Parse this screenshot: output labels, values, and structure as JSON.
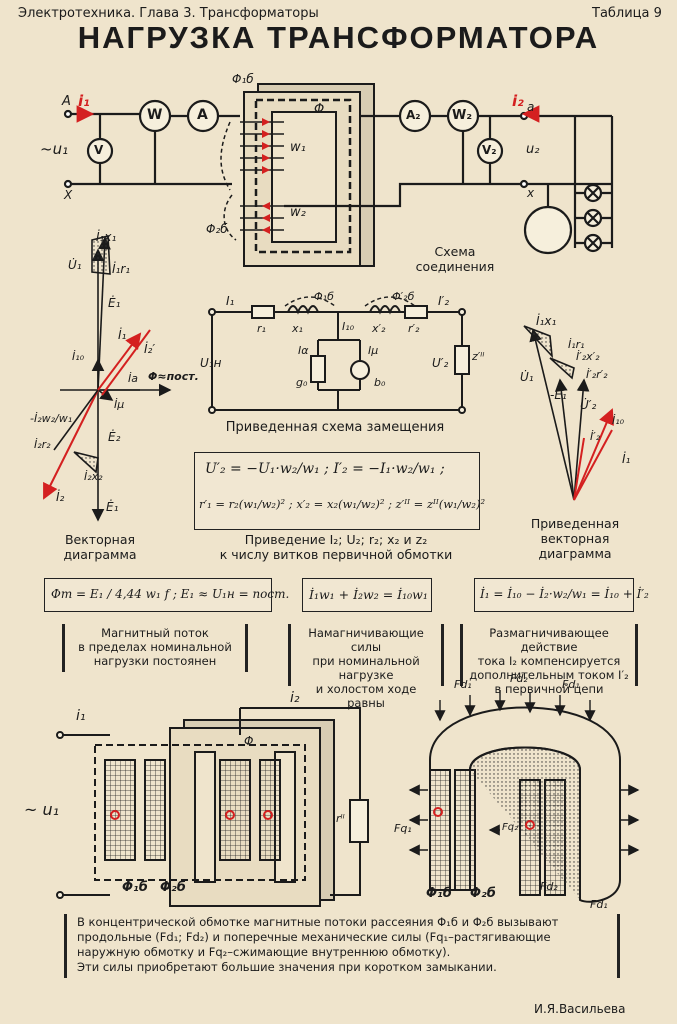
{
  "header": {
    "chapter": "Электротехника. Глава 3. Трансформаторы",
    "table_no": "Таблица 9",
    "title": "НАГРУЗКА ТРАНСФОРМАТОРА"
  },
  "top_diagram": {
    "caption_line1": "Схема",
    "caption_line2": "соединения",
    "labels": {
      "A": "A",
      "X": "X",
      "a": "a",
      "x": "x",
      "i1": "i₁",
      "i2": "i₂",
      "u1": "~u₁",
      "u2": "u₂",
      "W": "W",
      "A_meter": "A",
      "V": "V",
      "A2": "A₂",
      "W2": "W₂",
      "V2": "V₂",
      "phi": "Φ",
      "phi1s": "Φ₁б",
      "phi2s": "Φ₂б",
      "w1": "w₁",
      "w2": "w₂"
    },
    "colors": {
      "accent": "#d42020",
      "line": "#1b1b1b"
    }
  },
  "vector_left": {
    "caption_line1": "Векторная",
    "caption_line2": "диаграмма",
    "labels": [
      "İ₁x₁",
      "U̇₁",
      "İ₁r₁",
      "Ė₁",
      "İ₁",
      "İ₂′",
      "İ₁₀",
      "İa",
      "Φ≈пост.",
      "İμ",
      "-İ₂w₂/w₁",
      "İ₂r₂",
      "İ₂x₂",
      "Ė₂",
      "İ₂",
      "Ė₁"
    ]
  },
  "equivalent": {
    "caption": "Приведенная схема замещения",
    "labels": [
      "I₁",
      "r₁",
      "x₁",
      "Φ₁б",
      "Φ′₂б",
      "x′₂",
      "r′₂",
      "I′₂",
      "U₁н",
      "I₁₀",
      "Iα",
      "Iμ",
      "g₀",
      "b₀",
      "U′₂",
      "z′ᴵᴵ"
    ]
  },
  "vector_right": {
    "caption_line1": "Приведенная",
    "caption_line2": "векторная",
    "caption_line3": "диаграмма",
    "labels": [
      "İ₁x₁",
      "İ₁r₁",
      "İ′₂x′₂",
      "U̇₁",
      "İ′₂r′₂",
      "-Ė₁",
      "U̇′₂",
      "İ₁₀",
      "İ′₂",
      "İ₁"
    ]
  },
  "formula_box": {
    "line1": "U′₂ = −U₁·w₂/w₁ ;   I′₂ = −I₁·w₂/w₁ ;",
    "line2": "r′₁ = r₂(w₁/w₂)² ;  x′₂ = x₂(w₁/w₂)² ;  z′ᴵᴵ = zᴵᴵ(w₁/w₂)²",
    "caption_line1": "Приведение I₂; U₂; r₂; x₂ и z₂",
    "caption_line2": "к числу витков первичной обмотки"
  },
  "formulas": {
    "f1": "Φm = E₁ / 4,44 w₁ f  ;  E₁ ≈ U₁н = пост.",
    "f2": "İ₁w₁ + İ₂w₂ = İ₁₀w₁",
    "f3": "İ₁ = İ₁₀ − İ₂·w₂/w₁ = İ₁₀ + İ′₂"
  },
  "notes": {
    "n1": [
      "Магнитный поток",
      "в пределах номинальной",
      "нагрузки постоянен"
    ],
    "n2": [
      "Намагничивающие силы",
      "при номинальной",
      "нагрузке",
      "и холостом ходе равны"
    ],
    "n3": [
      "Размагничивающее действие",
      "тока I₂ компенсируется",
      "дополнительным током I′₂",
      "в первичной цепи"
    ]
  },
  "bottom_left": {
    "labels": {
      "i1": "i₁",
      "i2": "i₂",
      "u1": "~ u₁",
      "phi": "Φ",
      "phi1s": "Φ₁б",
      "phi2s": "Φ₂б",
      "rII": "rᴵᴵ"
    }
  },
  "bottom_right": {
    "labels": [
      "Fd₁",
      "Fd₂",
      "Fd₁",
      "Fq₁",
      "Fq₂",
      "Φ₁б",
      "Φ₂б",
      "Fd₂",
      "Fd₁"
    ]
  },
  "bottom_note": {
    "line1": "В концентрической обмотке магнитные потоки рассеяния Φ₁б и Φ₂б вызывают",
    "line2": "продольные (Fd₁; Fd₂) и поперечные механические силы (Fq₁–растягивающие",
    "line3": "наружную обмотку и Fq₂–сжимающие внутреннюю обмотку).",
    "line4": "Эти силы приобретают большие значения при коротком замыкании."
  },
  "author": "И.Я.Васильева"
}
